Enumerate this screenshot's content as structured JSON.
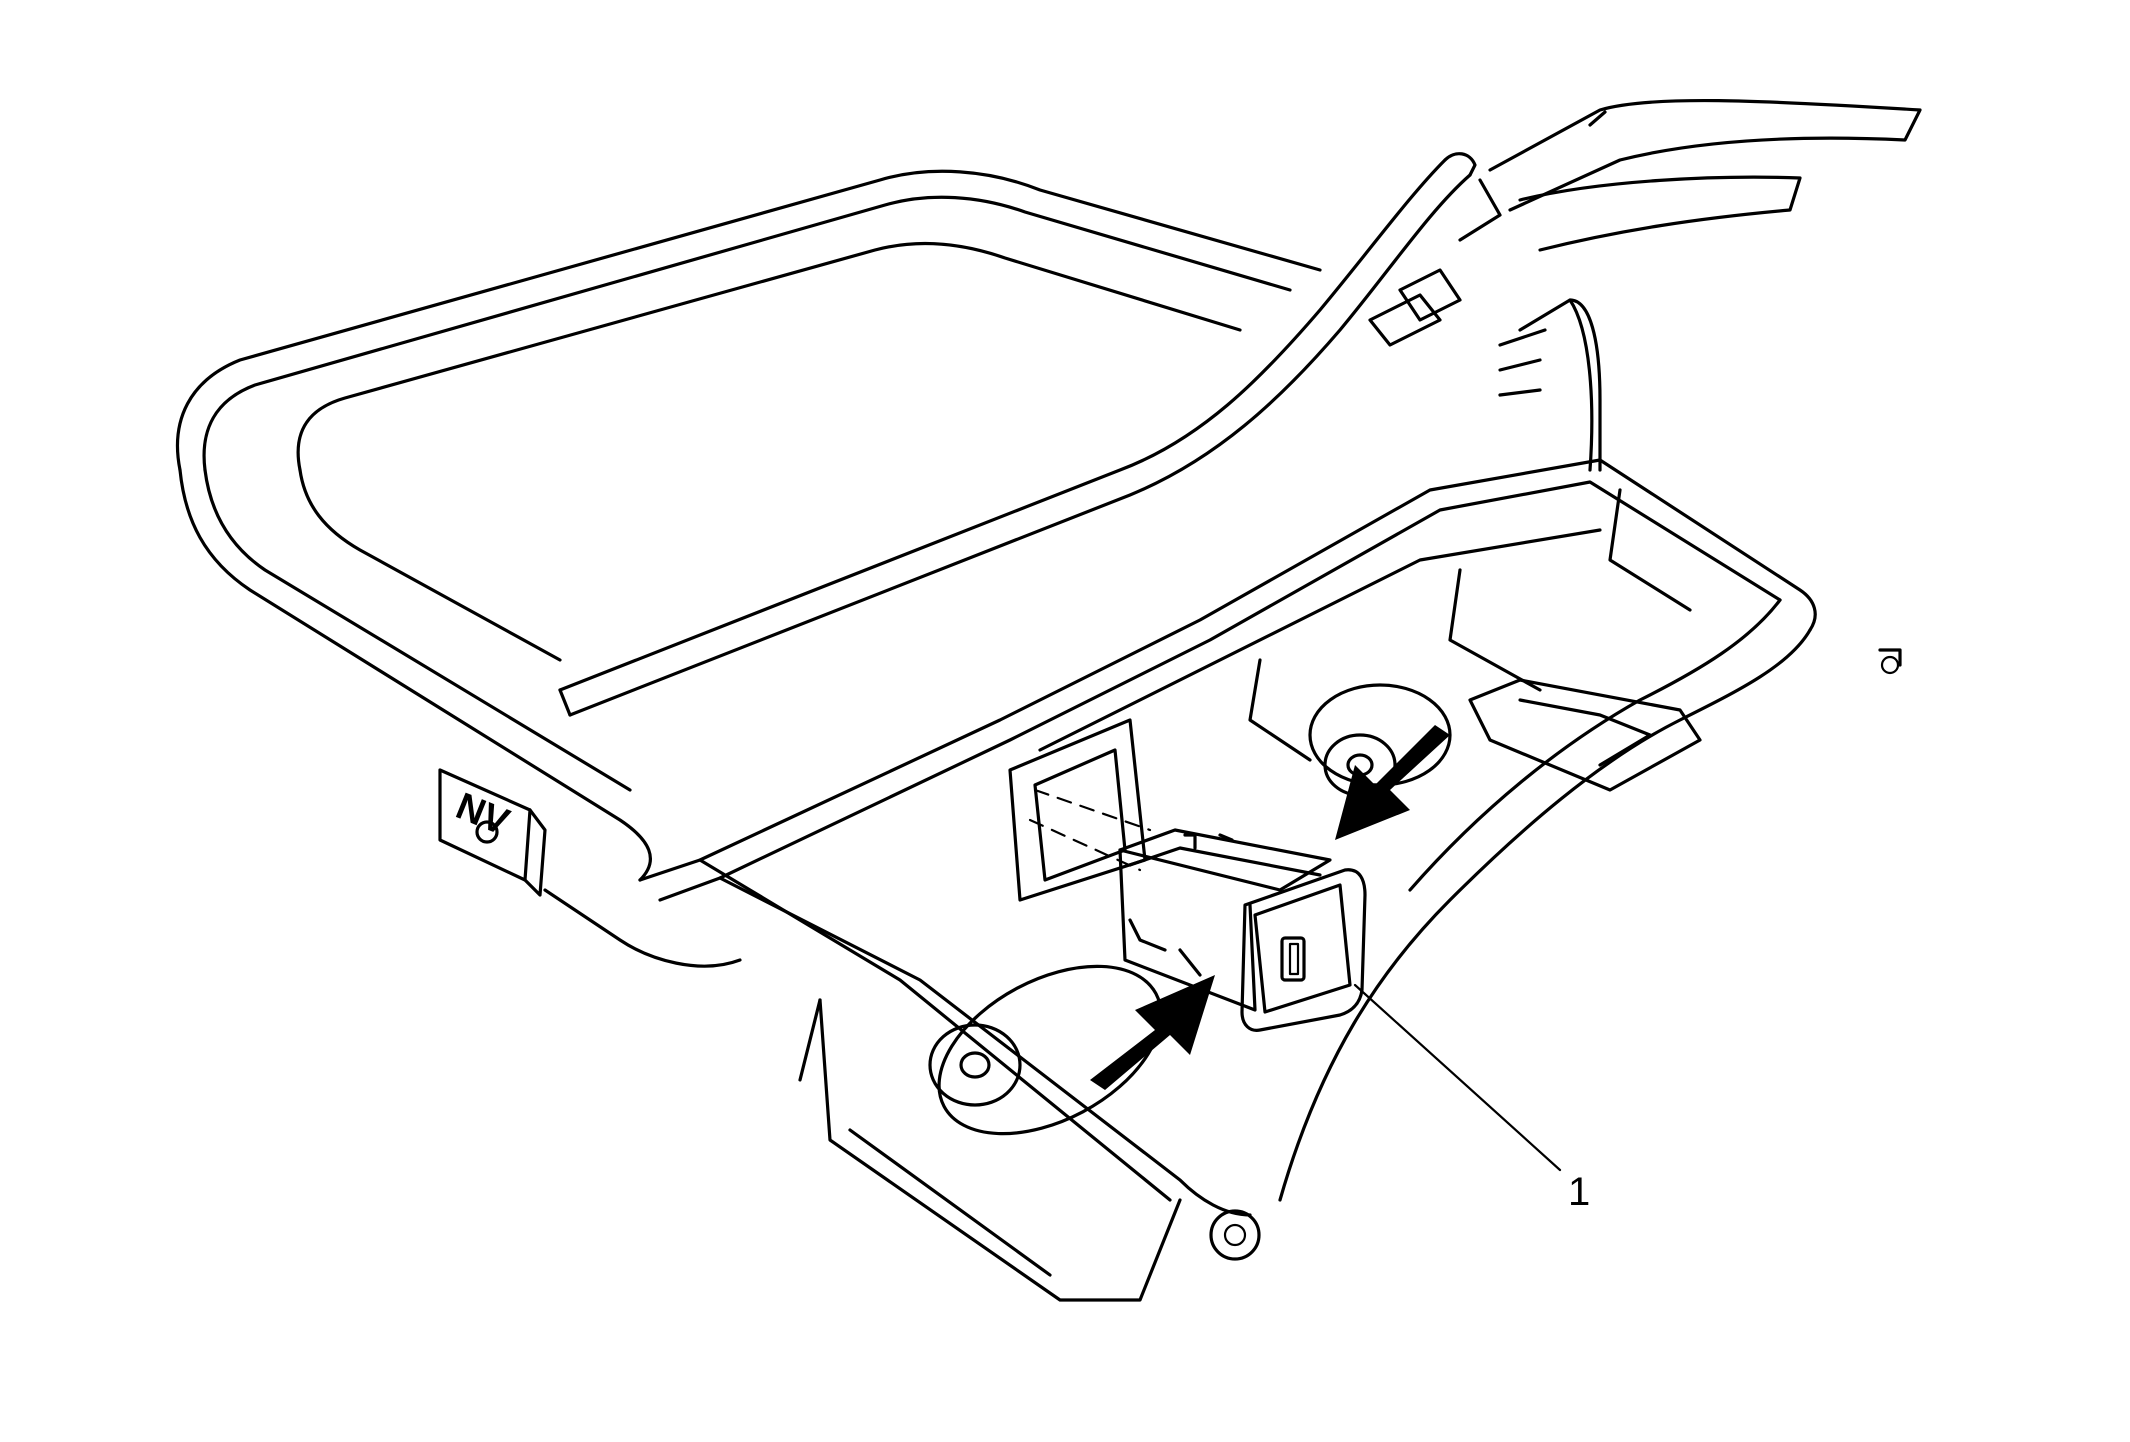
{
  "callouts": [
    {
      "id": "1",
      "label": "1"
    }
  ],
  "emboss": {
    "text": "NV"
  },
  "colors": {
    "line": "#000000",
    "background": "#ffffff"
  }
}
